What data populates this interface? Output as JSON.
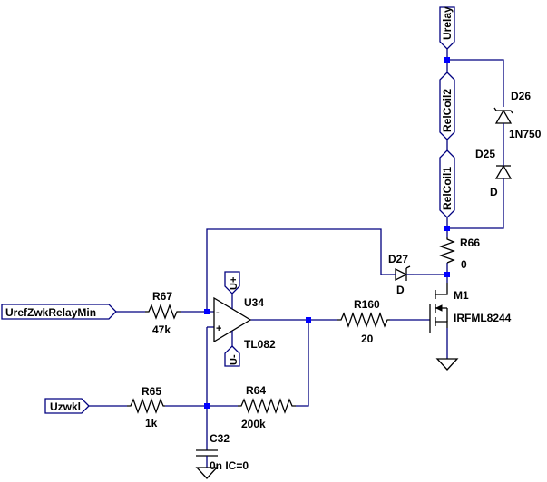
{
  "nets": {
    "urelay": "Urelay",
    "relcoil2": "RelCoil2",
    "relcoil1": "RelCoil1",
    "uref": "UrefZwkRelayMin",
    "uzwkl": "Uzwkl",
    "uplus": "U+",
    "uminus": "U-"
  },
  "components": {
    "d26": {
      "name": "D26",
      "value": "1N750"
    },
    "d25": {
      "name": "D25",
      "value": "D"
    },
    "d27": {
      "name": "D27",
      "value": "D"
    },
    "r66": {
      "name": "R66",
      "value": "0"
    },
    "m1": {
      "name": "M1",
      "value": "IRFML8244"
    },
    "r160": {
      "name": "R160",
      "value": "20"
    },
    "r67": {
      "name": "R67",
      "value": "47k"
    },
    "u34": {
      "name": "U34",
      "value": "TL082"
    },
    "r65": {
      "name": "R65",
      "value": "1k"
    },
    "r64": {
      "name": "R64",
      "value": "200k"
    },
    "c32": {
      "name": "C32",
      "value": "0n IC=0"
    }
  },
  "opamp_pins": {
    "minus": "-",
    "plus": "+"
  }
}
